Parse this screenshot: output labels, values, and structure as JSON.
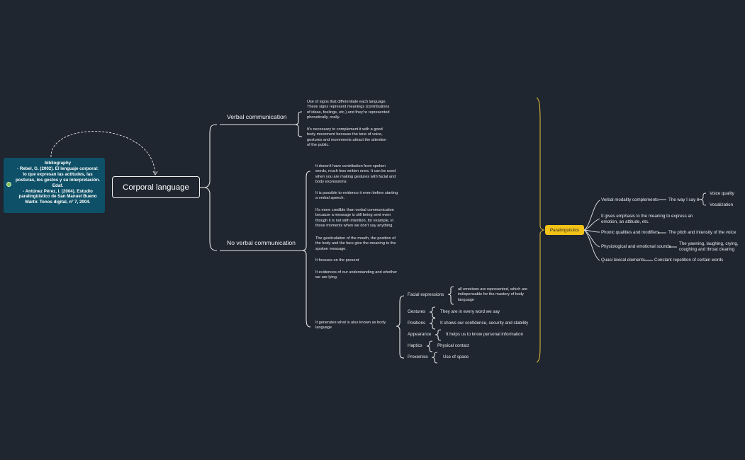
{
  "root": {
    "label": "Corporal language"
  },
  "bibliography": {
    "lines": [
      "bibliography",
      "- Rebel, G. (2002). El lenguaje corporal:",
      "lo que expresan las actitudes, las",
      "posturas, los gestos y su interpretación.",
      "Edaf.",
      "- Antúnez Pérez, I. (2004). Estudio",
      "paralingüístico de San Manuel Bueno",
      "Mártir. Tonos digital, nº 7, 2004."
    ]
  },
  "verbal": {
    "label": "Verbal communication",
    "notes": [
      [
        "Use of signs that differentiate each language.",
        "These signs represent meanings (contributions",
        "of ideas, feelings, etc.) and they're represented",
        "phonetically, orally."
      ],
      [
        "It's necessary to complement it with a good",
        "body movement because the tone of voice,",
        "gestures and movements attract the attention",
        "of the public."
      ]
    ]
  },
  "nonverbal": {
    "label": "No verbal communication",
    "notes": [
      [
        "It doesn't have contribution from spoken",
        "words, much less written ones. It can be used",
        "when you are making gestures with facial and",
        "body expressions."
      ],
      [
        "It is possible to evidence it even before starting",
        "a verbal speech."
      ],
      [
        "It's more credible than verbal communication",
        "because a message is still being sent even",
        "though it is not with intention, for example, in",
        "those moments when we don't say anything."
      ],
      [
        "The gesticulation of the mouth, the position of",
        "the body and the face give the meaning to the",
        "spoken message."
      ],
      [
        "It focuses on the present"
      ],
      [
        "It evidences of our understanding and whether",
        "we are lying."
      ]
    ],
    "body_language": {
      "label": [
        "It generates what is also known as body",
        "language"
      ],
      "items": [
        {
          "name": "Facial expressions",
          "desc": [
            "all emotions are represented, which are",
            "indispensable for the mastery of body",
            "language"
          ]
        },
        {
          "name": "Gestures",
          "desc": [
            "They are in every word we say"
          ]
        },
        {
          "name": "Positions",
          "desc": [
            "It shows our confidence, security and stability"
          ]
        },
        {
          "name": "Appearance",
          "desc": [
            "It helps us to know personal information"
          ]
        },
        {
          "name": "Haptics",
          "desc": [
            "Physical contact"
          ]
        },
        {
          "name": "Proxemics",
          "desc": [
            "Use of space"
          ]
        }
      ]
    }
  },
  "paralinguistics": {
    "label": "Paralinguistics",
    "verbal_modality": "Verbal modality complements",
    "way_i_say_it": "The way I say it",
    "voice_quality": "Voice quality",
    "vocalization": "Vocalization",
    "emphasis": [
      "It gives emphasis to the meaning to express an",
      "emotion, an attitude, etc."
    ],
    "phonic": "Phonic qualities and modifiers",
    "phonic_desc": "The pitch and intensity of the voice",
    "physio": "Physiological and emotional sounds",
    "physio_desc": [
      "The yawning, laughing, crying,",
      "coughing and throat clearing"
    ],
    "quasi": "Quasi lexical elements",
    "quasi_desc": "Constant repetition of certain words"
  },
  "colors": {
    "background": "#1f2630",
    "line": "#e8e8e8",
    "bibliography_fill": "#0d5067",
    "paralinguistics_fill": "#f2c316",
    "paralinguistics_bracket": "#d8b63a"
  }
}
